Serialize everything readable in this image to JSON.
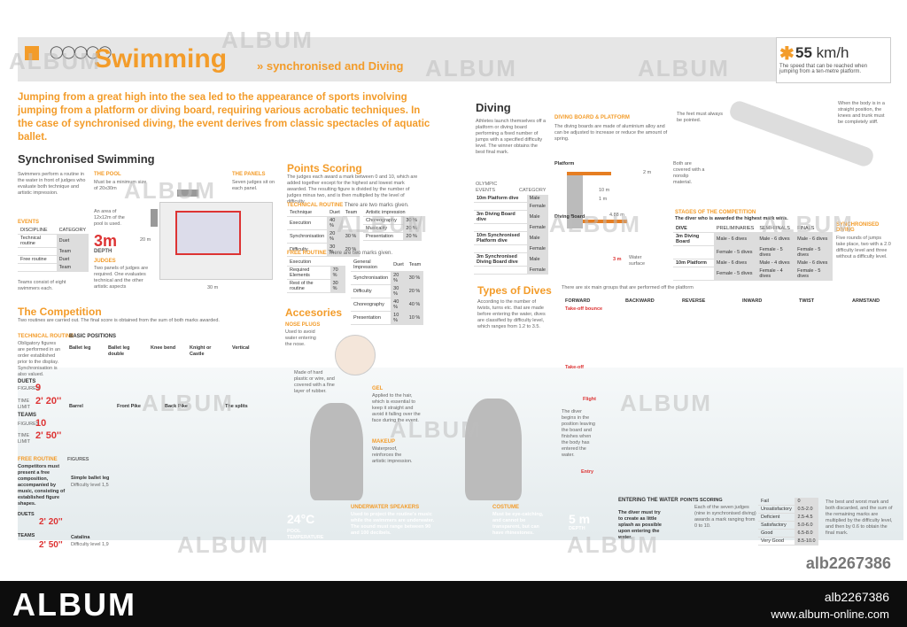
{
  "header": {
    "title": "Swimming",
    "subtitle": "» synchronised and Diving"
  },
  "speed": {
    "value": "55",
    "unit": "km/h",
    "caption": "The speed that can be reached when jumping from a ten-metre platform."
  },
  "intro": "Jumping from a great high into the sea led to the appearance of sports involving jumping from a platform or diving board, requiring various acrobatic techniques. In the case of synchronised diving, the event derives from classic spectacles of aquatic ballet.",
  "sync": {
    "title": "Synchronised Swimming",
    "desc": "Swimmers perform a routine in the water in front of judges who evaluate both technique and artistic impression.",
    "events_label": "EVENTS",
    "events_head": [
      "DISCIPLINE",
      "CATEGORY"
    ],
    "events": [
      [
        "Technical routine",
        "Duet"
      ],
      [
        "",
        "Team"
      ],
      [
        "Free routine",
        "Duet"
      ],
      [
        "",
        "Team"
      ]
    ],
    "pool_label": "THE POOL",
    "pool_text": "Must be a minimum size of 20x30m",
    "panels_label": "THE PANELS",
    "panels_text": "Seven judges sit on each panel.",
    "area_text": "An area of 12x12m of the pool is used.",
    "depth": "3m",
    "depth_label": "DEPTH",
    "judges_label": "JUDGES",
    "judges_text": "Two panels of judges are required. One evaluates technical and the other artistic aspects",
    "teams_text": "Teams consist of eight swimmers each.",
    "dim_20": "20 m",
    "dim_30": "30 m"
  },
  "scoring": {
    "title": "Points Scoring",
    "text": "The judges each award a mark between 0 and 10, which are added together except for the highest and lowest mark awarded. The resulting figure is divided by the number of judges minus two, and is then multiplied by the level of difficulty.",
    "tech_label": "TECHNICAL ROUTINE",
    "tech_note": "There are two marks given.",
    "tech_head": [
      "Technique",
      "Duet",
      "Team"
    ],
    "tech_rows": [
      [
        "Execution",
        "40 %",
        ""
      ],
      [
        "Synchronisation",
        "20 %",
        "30 %"
      ],
      [
        "Difficulty",
        "30 %",
        "20 %"
      ]
    ],
    "art_head": [
      "Artistic impression",
      ""
    ],
    "art_rows": [
      [
        "Choreography",
        "30 %"
      ],
      [
        "Musicality",
        "20 %"
      ],
      [
        "Presentation",
        "20 %"
      ]
    ],
    "free_label": "FREE ROUTINE",
    "free_note": "There are two marks given.",
    "free_head": [
      "Execution",
      ""
    ],
    "free_rows": [
      [
        "Required Elements",
        "70 %"
      ],
      [
        "Rest of the routine",
        "30 %"
      ]
    ],
    "gen_head": [
      "General Impression",
      "Duet",
      "Team"
    ],
    "gen_rows": [
      [
        "Synchronisation",
        "20 %",
        "30 %"
      ],
      [
        "Difficulty",
        "30 %",
        "20 %"
      ],
      [
        "Choreography",
        "40 %",
        "40 %"
      ],
      [
        "Presentation",
        "10 %",
        "10 %"
      ]
    ]
  },
  "competition": {
    "title": "The Competition",
    "text": "Two routines are carried out. The final score is obtained from the sum of both marks awarded.",
    "tech_label": "TECHNICAL ROUTINE",
    "tech_text": "Obligatory figures are performed in an order established prior to the display. Synchronisation is also valued.",
    "duets_label": "DUETS",
    "figures_label": "FIGURES",
    "duets_fig": "9",
    "time_label": "TIME LIMIT",
    "duets_time": "2' 20''",
    "teams_label": "TEAMS",
    "teams_fig": "10",
    "teams_time": "2' 50''",
    "basic_label": "BASIC POSITIONS",
    "positions1": [
      "Ballet leg",
      "Ballet leg double",
      "Knee bend",
      "Knight or Castle",
      "Vertical"
    ],
    "positions2": [
      "Barrel",
      "Front Pike",
      "Back Pike",
      "The splits"
    ],
    "free_label": "FREE ROUTINE",
    "free_text": "Competitors must present a free composition, accompanied by music, consisting of established figure shapes.",
    "fig_col": "FIGURES",
    "fig1": "Simple ballet leg",
    "fig1_diff": "Difficulty level 1,5",
    "fig2": "Catalina",
    "fig2_diff": "Difficulty level 1,9",
    "free_duets": "DUETS",
    "free_duets_time": "2' 20''",
    "free_teams": "TEAMS",
    "free_teams_time": "2' 50''",
    "temp": "24°C",
    "temp_label": "POOL TEMPERATURE"
  },
  "accessories": {
    "title": "Accesories",
    "nose_label": "NOSE PLUGS",
    "nose_text": "Used to avoid water entering the nose.",
    "nose_made": "Made of hard plastic or wire, and covered with a fine layer of rubber.",
    "gel_label": "GEL",
    "gel_text": "Applied to the hair, which is essential to keep it straight and avoid it falling over the face during the event.",
    "makeup_label": "MAKEUP",
    "makeup_text": "Waterproof, reinforces the artistic impression.",
    "speakers_label": "UNDERWATER SPEAKERS",
    "speakers_text": "Used to project the routine's music while the swimmers are underwater. The sound must range between 90 and 100 decibels.",
    "costume_label": "COSTUME",
    "costume_text": "Must be eye-catching, and cannot be transparent, but can have rhinestones."
  },
  "diving": {
    "title": "Diving",
    "text": "Athletes launch themselves off a platform or diving board performing a fixed number of jumps with a specified difficulty level. The winner obtains the best final mark.",
    "board_label": "DIVING BOARD & PLATFORM",
    "board_text": "The diving boards are made of aluminium alloy and can be adjusted to increase or reduce the amount of spring.",
    "platform_label": "Platform",
    "board2_label": "Diving Board",
    "nonslip": "Both are covered with a nonslip material.",
    "depth": "5 m",
    "depth_label": "DEPTH",
    "water_surface": "Water surface",
    "dims": [
      "10 m",
      "2 m",
      "1 m",
      "3 m",
      "4.88 m"
    ],
    "events_head": [
      "OLYMPIC EVENTS",
      "CATEGORY"
    ],
    "events": [
      [
        "10m Platform dive",
        "Male"
      ],
      [
        "",
        "Female"
      ],
      [
        "3m Diving Board dive",
        "Male"
      ],
      [
        "",
        "Female"
      ],
      [
        "10m Synchronised Platform dive",
        "Male"
      ],
      [
        "",
        "Female"
      ],
      [
        "3m Synchronised Diving Board dive",
        "Male"
      ],
      [
        "",
        "Female"
      ]
    ],
    "feet_note": "The feet must always be pointed.",
    "body_note": "When the body is in a straight position, the knees and trunk must be completely stiff."
  },
  "stages": {
    "title": "STAGES OF THE COMPETITION",
    "subtitle": "The diver who is awarded the highest mark wins.",
    "head": [
      "DIVE",
      "PRELIMINARIES",
      "SEMI-FINALS",
      "FINALS"
    ],
    "rows": [
      [
        "3m Diving Board",
        "Male - 6 dives",
        "Male - 6 dives",
        "Male - 6 dives"
      ],
      [
        "",
        "Female - 5 dives",
        "Female - 5 dives",
        "Female - 5 dives"
      ],
      [
        "10m Platform",
        "Male - 6 dives",
        "Male - 4 dives",
        "Male - 6 dives"
      ],
      [
        "",
        "Female - 5 dives",
        "Female - 4 dives",
        "Female - 5 dives"
      ]
    ],
    "sync_label": "SYNCHRONISED DIVING",
    "sync_text": "Five rounds of jumps take place, two with a 2.0 difficulty level and three without a difficulty level."
  },
  "types": {
    "title": "Types of Dives",
    "text": "According to the number of twists, turns etc. that are made before entering the water, dives are classified by difficulty level, which ranges from 1.2 to 3.5.",
    "intro": "There are six main groups that are performed off the platform",
    "groups": [
      "FORWARD",
      "BACKWARD",
      "REVERSE",
      "INWARD",
      "TWIST",
      "ARMSTAND"
    ],
    "takeoff_bounce": "Take-off bounce",
    "takeoff": "Take-off",
    "flight": "Flight",
    "flight_text": "The diver begins in the position leaving the board and finishes when the body has entered the water.",
    "entry": "Entry",
    "entering_label": "ENTERING THE WATER",
    "entering_text": "The diver must try to create as little splash as possible upon entering the water."
  },
  "points": {
    "label": "POINTS SCORING",
    "text": "Each of the seven judges (nine in synchronised diving) awards a mark ranging from 0 to 10.",
    "rows": [
      [
        "Fail",
        "0"
      ],
      [
        "Unsatisfactory",
        "0.5-2.0"
      ],
      [
        "Deficient",
        "2.5-4.5"
      ],
      [
        "Satisfactory",
        "5.0-6.0"
      ],
      [
        "Good",
        "6.5-8.0"
      ],
      [
        "Very Good",
        "8.5-10.0"
      ]
    ],
    "note": "The best and worst mark and both discarded, and the sum of the remaining marks are multiplied by the difficulty level, and then by 0.6 to obtain the final mark."
  },
  "footer": {
    "brand": "ALBUM",
    "id": "alb2267386",
    "url": "www.album-online.com",
    "stamp": "alb2267386",
    "watermark": "ALBUM"
  }
}
